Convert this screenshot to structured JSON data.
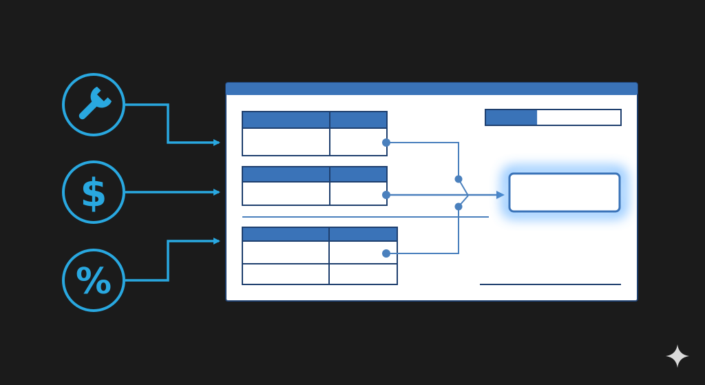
{
  "theme": {
    "background": "#1b1b1b",
    "icon_color": "#29a8e0",
    "window_header": "#3a73b8",
    "window_body": "#ffffff",
    "window_border": "#1e3f6e",
    "table_header": "#3a73b8",
    "table_border": "#1e3f6e",
    "connector": "#4a80bd",
    "glow": "#4aa3ff",
    "sparkle": "#d9d9d9"
  },
  "inputs": [
    {
      "id": "wrench",
      "icon": "wrench-icon",
      "glyph": ""
    },
    {
      "id": "dollar",
      "icon": "dollar-icon",
      "glyph": "$"
    },
    {
      "id": "percent",
      "icon": "percent-icon",
      "glyph": "%"
    }
  ],
  "progress": {
    "fraction": 0.38
  },
  "tables": [
    {
      "id": "table-1",
      "rows": 2,
      "columns": 2
    },
    {
      "id": "table-2",
      "rows": 2,
      "columns": 2
    },
    {
      "id": "table-3",
      "rows": 3,
      "columns": 2
    }
  ],
  "output": {
    "icon": "highlighted-result-box"
  },
  "watermark": {
    "icon": "sparkle-icon"
  }
}
